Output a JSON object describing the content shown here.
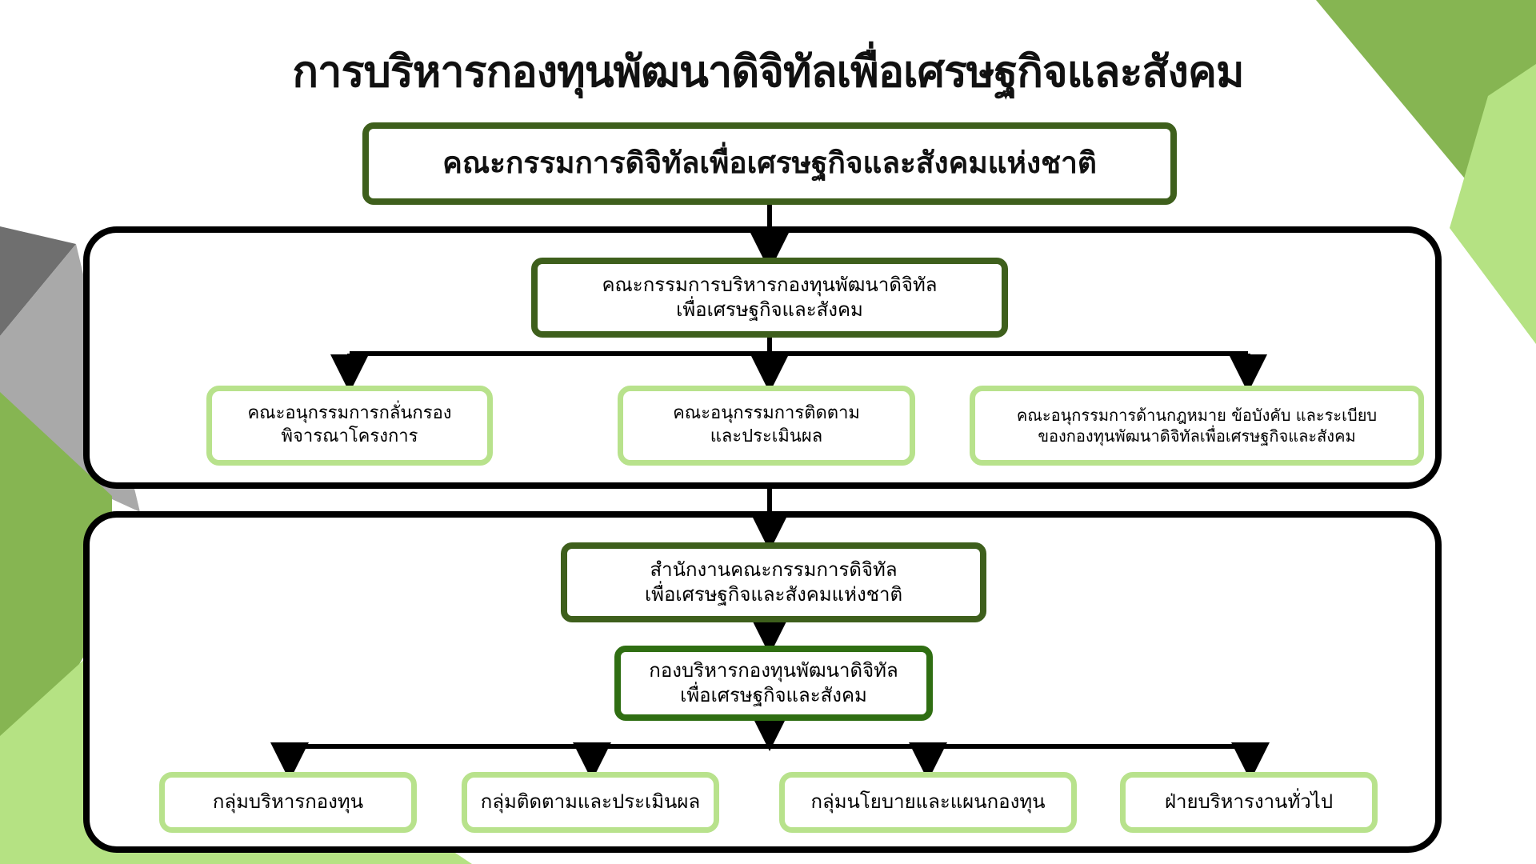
{
  "title": "การบริหารกองทุนพัฒนาดิจิทัลเพื่อเศรษฐกิจและสังคม",
  "colors": {
    "box_border_dark": "#3e5f1c",
    "box_border_light": "#b8e28c",
    "panel_border": "#000000",
    "deco_green": "#86b552",
    "deco_light_green": "#b5e283",
    "deco_gray": "#8a8a8a"
  },
  "nodes": {
    "national_committee": "คณะกรรมการดิจิทัลเพื่อเศรษฐกิจและสังคมแห่งชาติ",
    "fund_committee": {
      "line1": "คณะกรรมการบริหารกองทุนพัฒนาดิจิทัล",
      "line2": "เพื่อเศรษฐกิจและสังคม"
    },
    "subcommittees": [
      {
        "line1": "คณะอนุกรรมการกลั่นกรอง",
        "line2": "พิจารณาโครงการ"
      },
      {
        "line1": "คณะอนุกรรมการติดตาม",
        "line2": "และประเมินผล"
      },
      {
        "line1": "คณะอนุกรรมการด้านกฎหมาย ข้อบังคับ และระเบียบ",
        "line2": "ของกองทุนพัฒนาดิจิทัลเพื่อเศรษฐกิจและสังคม"
      }
    ],
    "office": {
      "line1": "สำนักงานคณะกรรมการดิจิทัล",
      "line2": "เพื่อเศรษฐกิจและสังคมแห่งชาติ"
    },
    "fund_division": {
      "line1": "กองบริหารกองทุนพัฒนาดิจิทัล",
      "line2": "เพื่อเศรษฐกิจและสังคม"
    },
    "groups": [
      "กลุ่มบริหารกองทุน",
      "กลุ่มติดตามและประเมินผล",
      "กลุ่มนโยบายและแผนกองทุน",
      "ฝ่ายบริหารงานทั่วไป"
    ]
  }
}
